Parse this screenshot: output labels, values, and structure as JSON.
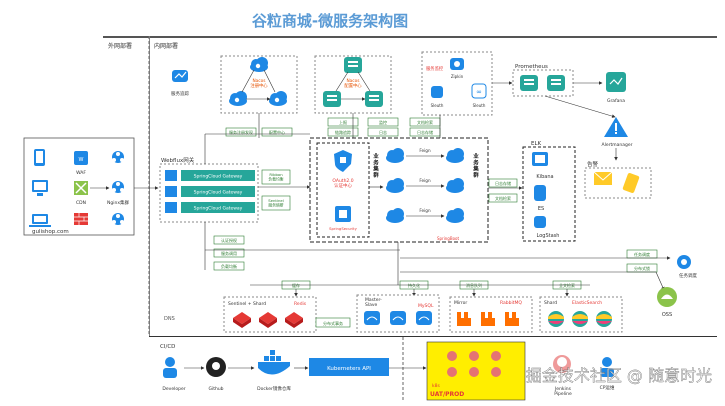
{
  "title": "谷粒商城-微服务架构图",
  "zones": {
    "external": "外网部署",
    "internal": "内网部署",
    "cicd": "CI/CD",
    "dns": "DNS"
  },
  "clients": {
    "waf": "WAF",
    "cdn": "CDN",
    "nginx": "Nginx集群",
    "domain": "gulishop.com"
  },
  "webflux": "Webflux网关",
  "gateways": [
    "SpringCloud Gateway",
    "SpringCloud Gateway",
    "SpringCloud Gateway"
  ],
  "gw_tags": [
    "Ribbon\n负载均衡",
    "Sentinel\n服务熔断"
  ],
  "service_tracking": "服务追踪",
  "nacos_registry": "Nacos\n注册中心",
  "nacos_config": "Nacos\n配置中心",
  "monitor": {
    "label": "服务监控",
    "zipkin": "Zipkin",
    "sleuth": "Sleuth",
    "sleuth_lower": "Sleuth"
  },
  "prometheus": "Prometheus",
  "grafana": "Grafana",
  "alertmanager": "Alertmanager",
  "alert": "告警",
  "tags": {
    "register_discover": "服务注册\n发现",
    "config_center": "配置中心",
    "report": "上报",
    "monitor_report": "监控",
    "link_track": "链路追踪",
    "rule_flow": "日志",
    "log_collect": "日志存储",
    "doc_search": "文档检索"
  },
  "oauth": "OAuth2.0\n认证中心",
  "springsecurity": "SpringSecurity",
  "biz_cluster_left": "业\n务\n集\n群",
  "biz_cluster_right": "业\n务\n集\n群",
  "feign": [
    "Feign",
    "Feign",
    "Feign"
  ],
  "springboot": "SpringBoot",
  "elk": {
    "title": "ELK",
    "kibana": "Kibana",
    "es": "ES",
    "logstash": "LogStash"
  },
  "task": {
    "tag1": "任务调度",
    "tag2": "分布式锁",
    "label": "任务调度"
  },
  "oss": "OSS",
  "left_tags": [
    "认证授权",
    "服务调用",
    "负载均衡"
  ],
  "middle_tags": [
    "缓存",
    "持久化",
    "消息队列",
    "全文检索",
    "分布式事务"
  ],
  "bottom": {
    "sentinel": "Sentinel + Shard",
    "redis": "Redis",
    "master_slave": "Master-\nSlave",
    "mysql": "MySQL",
    "mirror": "Mirror",
    "rabbitmq": "RabbitMQ",
    "shard": "Shard",
    "elasticsearch": "ElasticSearch"
  },
  "cicd": {
    "developer": "Developer",
    "github": "Github",
    "docker": "Docker镜像仓库",
    "k8s": "Kuberneters API",
    "env": "UAT/PROD",
    "env_top": "k8s",
    "jenkins": "Jenkins\nPipeline",
    "cp": "CP运维"
  },
  "watermark": "掘金技术社区 @ 随意时光"
}
